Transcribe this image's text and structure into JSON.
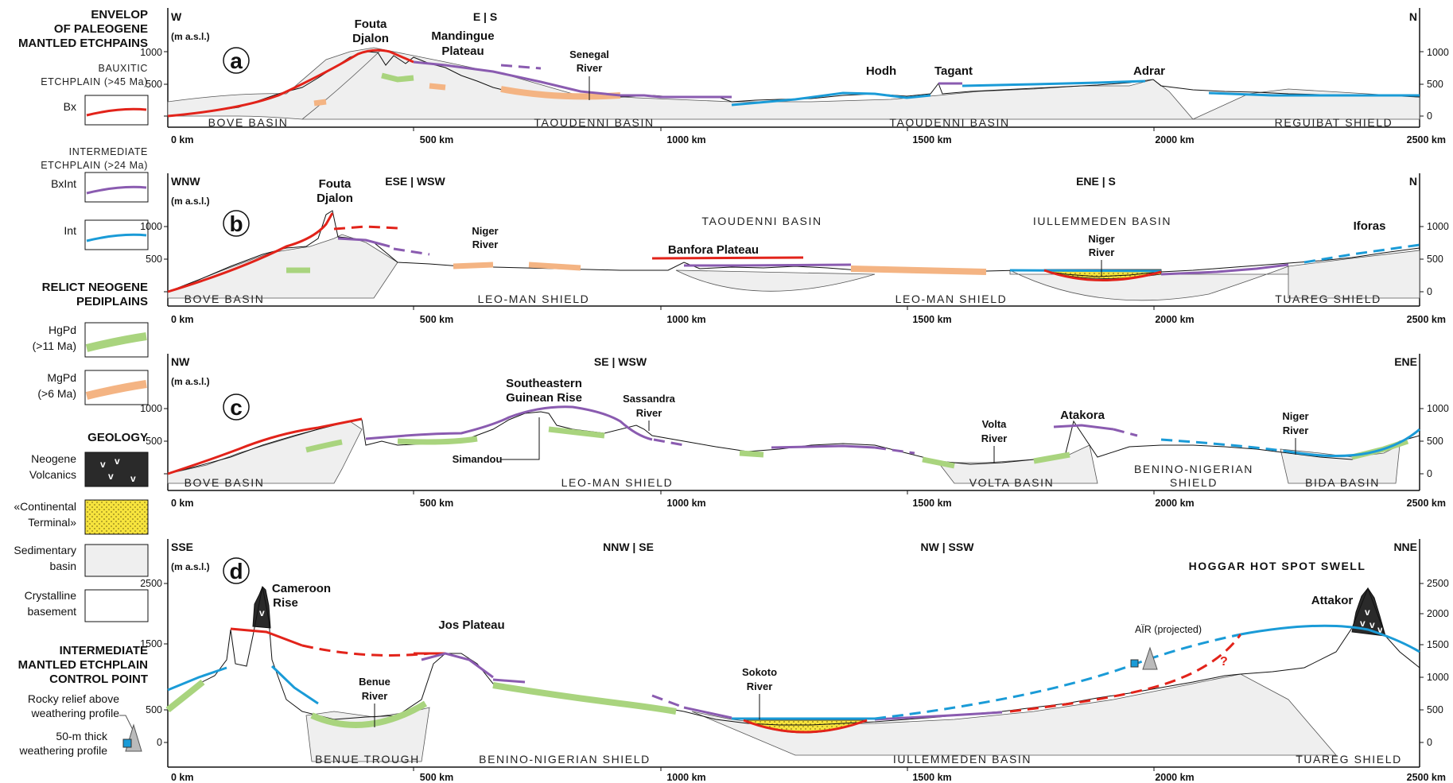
{
  "legend": {
    "envelope_title": [
      "ENVELOP",
      "OF PALEOGENE",
      "MANTLED ETCHPAINS"
    ],
    "bauxitic_title": [
      "BAUXITIC",
      "ETCHPLAIN (>45 Ma)"
    ],
    "bx_label": "Bx",
    "intermediate_title": [
      "INTERMEDIATE",
      "ETCHPLAIN (>24 Ma)"
    ],
    "bxint_label": "BxInt",
    "int_label": "Int",
    "pediplains_title": [
      "RELICT NEOGENE",
      "PEDIPLAINS"
    ],
    "hgpd_label": [
      "HgPd",
      "(>11 Ma)"
    ],
    "mgpd_label": [
      "MgPd",
      "(>6 Ma)"
    ],
    "geology_title": "GEOLOGY",
    "volcanics_label": [
      "Neogene",
      "Volcanics"
    ],
    "continental_label": [
      "«Continental",
      "Terminal»"
    ],
    "sedimentary_label": [
      "Sedimentary",
      "basin"
    ],
    "crystalline_label": [
      "Crystalline",
      "basement"
    ],
    "control_title": [
      "INTERMEDIATE",
      "MANTLED ETCHPLAIN",
      "CONTROL POINT"
    ],
    "rocky_label": [
      "Rocky relief above",
      "weathering profile"
    ],
    "thick_label": [
      "50-m thick",
      "weathering profile"
    ]
  },
  "colors": {
    "bx": "#e2231a",
    "bxint": "#8a5bb0",
    "int": "#1a9bd7",
    "hgpd": "#a9d47e",
    "mgpd": "#f4b483",
    "sedimentary": "#efefef",
    "continental": "#f7e43d",
    "volcanics": "#2a2a2a"
  },
  "x_axis": {
    "ticks": [
      "0 km",
      "500 km",
      "1000 km",
      "1500 km",
      "2000 km",
      "2500 km"
    ]
  },
  "y_unit": "(m a.s.l.)",
  "panels": [
    {
      "letter": "a",
      "dir_left": "W",
      "dir_mid": "E | S",
      "dir_right": "N",
      "y_ticks": [
        "1000",
        "500",
        "0"
      ],
      "basins": [
        "BOVE BASIN",
        "TAOUDENNI BASIN",
        "TAOUDENNI BASIN",
        "REGUIBAT SHIELD"
      ],
      "places": [
        {
          "text": [
            "Fouta",
            "Djalon"
          ]
        },
        {
          "text": [
            "Mandingue",
            "Plateau"
          ]
        },
        {
          "text": [
            "Hodh"
          ]
        },
        {
          "text": [
            "Tagant"
          ]
        },
        {
          "text": [
            "Adrar"
          ]
        }
      ],
      "rivers": [
        {
          "text": [
            "Senegal",
            "River"
          ]
        }
      ]
    },
    {
      "letter": "b",
      "dir_left": "WNW",
      "dir_mid": "ESE | WSW",
      "dir_mid2": "ENE | S",
      "dir_right": "N",
      "y_ticks": [
        "1000",
        "500",
        "0"
      ],
      "basins": [
        "BOVE BASIN",
        "TAOUDENNI BASIN",
        "LEO-MAN SHIELD",
        "IULLEMMEDEN BASIN",
        "LEO-MAN SHIELD",
        "TUAREG SHIELD"
      ],
      "places": [
        {
          "text": [
            "Fouta",
            "Djalon"
          ]
        },
        {
          "text": [
            "Banfora Plateau"
          ]
        },
        {
          "text": [
            "Iforas"
          ]
        }
      ],
      "rivers": [
        {
          "text": [
            "Niger",
            "River"
          ]
        },
        {
          "text": [
            "Niger",
            "River"
          ]
        }
      ]
    },
    {
      "letter": "c",
      "dir_left": "NW",
      "dir_mid": "SE | WSW",
      "dir_right": "ENE",
      "y_ticks": [
        "1000",
        "500",
        "0"
      ],
      "basins": [
        "BOVE BASIN",
        "LEO-MAN SHIELD",
        "VOLTA BASIN",
        "BENINO-NIGERIAN",
        "SHIELD",
        "BIDA BASIN"
      ],
      "places": [
        {
          "text": [
            "Southeastern",
            "Guinean Rise"
          ]
        },
        {
          "text": [
            "Atakora"
          ]
        }
      ],
      "rivers": [
        {
          "text": [
            "Sassandra",
            "River"
          ]
        },
        {
          "text": [
            "Volta",
            "River"
          ]
        },
        {
          "text": [
            "Niger",
            "River"
          ]
        },
        {
          "text": [
            "Simandou"
          ]
        }
      ]
    },
    {
      "letter": "d",
      "dir_left": "SSE",
      "dir_mid": "NNW | SE",
      "dir_mid2": "NW | SSW",
      "dir_right": "NNE",
      "y_ticks": [
        "2500",
        "1500",
        "500",
        "0"
      ],
      "y_ticks_right": [
        "2500",
        "2000",
        "1500",
        "1000",
        "500",
        "0"
      ],
      "basins": [
        "BENUE TROUGH",
        "BENINO-NIGERIAN SHIELD",
        "IULLEMMEDEN BASIN",
        "TUAREG SHIELD"
      ],
      "title_right": "HOGGAR HOT SPOT SWELL",
      "places": [
        {
          "text": [
            "Cameroon",
            "Rise"
          ]
        },
        {
          "text": [
            "Jos Plateau"
          ]
        },
        {
          "text": [
            "Attakor"
          ]
        }
      ],
      "rivers": [
        {
          "text": [
            "Benue",
            "River"
          ]
        },
        {
          "text": [
            "Sokoto",
            "River"
          ]
        }
      ],
      "air": "AÏR (projected)",
      "question": "?"
    }
  ]
}
